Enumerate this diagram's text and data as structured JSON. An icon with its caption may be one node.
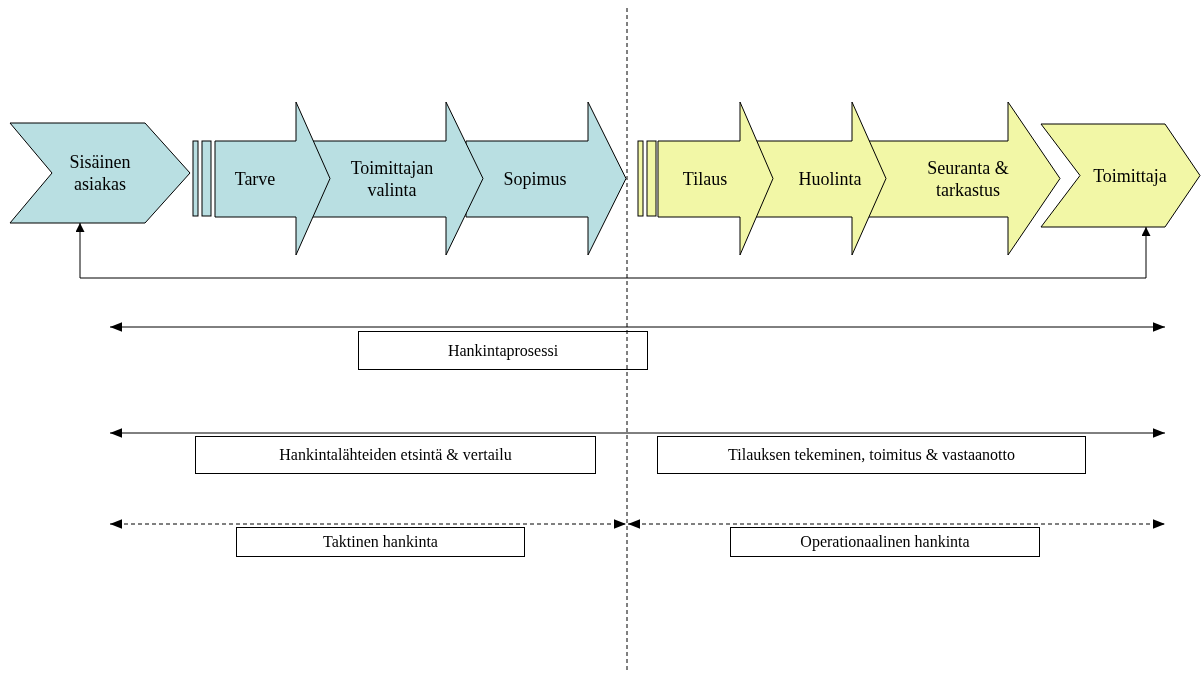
{
  "diagram": {
    "nodes": [
      {
        "text": [
          "Sisäinen asiakas"
        ]
      },
      {
        "text": [
          "Tarve"
        ]
      },
      {
        "text": [
          "Toimittajan valinta"
        ]
      },
      {
        "text": [
          "Sopimus"
        ]
      },
      {
        "text": [
          "Tilaus"
        ]
      },
      {
        "text": [
          "Huolinta"
        ]
      },
      {
        "text": [
          "Seuranta & tarkastus"
        ]
      },
      {
        "text": [
          "Toimittaja"
        ]
      },
      {
        "text": [
          "Hankintaprosessi"
        ]
      },
      {
        "text": [
          "Hankintalähteiden etsintä & vertailu"
        ]
      },
      {
        "text": [
          "Tilauksen tekeminen, toimitus & vastaanotto"
        ]
      },
      {
        "text": [
          "Taktinen hankinta"
        ]
      },
      {
        "text": [
          "Operationaalinen hankinta"
        ]
      }
    ],
    "edges": [
      {
        "from": 7,
        "to": 0,
        "arrow": "both"
      }
    ]
  }
}
